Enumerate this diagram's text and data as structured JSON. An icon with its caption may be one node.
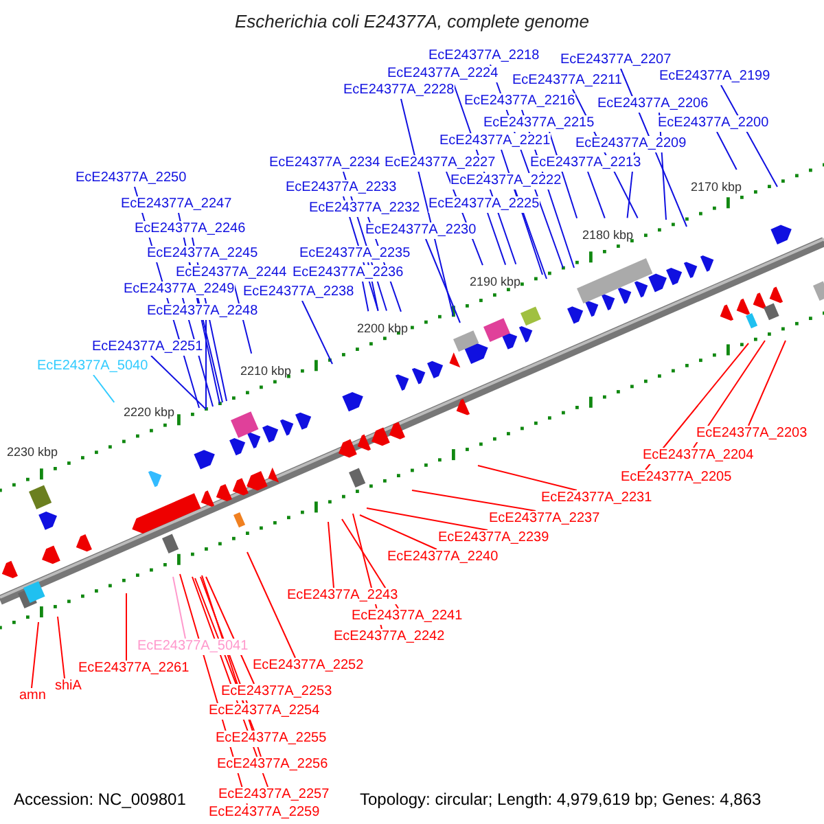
{
  "diagram": {
    "title": "Escherichia coli E24377A, complete genome",
    "nodes": [
      {
        "text": [
          "EcE24377A_2218"
        ]
      },
      {
        "text": [
          "EcE24377A_2207"
        ]
      },
      {
        "text": [
          "EcE24377A_2224"
        ]
      },
      {
        "text": [
          "EcE24377A_2211"
        ]
      },
      {
        "text": [
          "EcE24377A_2199"
        ]
      },
      {
        "text": [
          "EcE24377A_2228"
        ]
      },
      {
        "text": [
          "EcE24377A_2216"
        ]
      },
      {
        "text": [
          "EcE24377A_2206"
        ]
      },
      {
        "text": [
          "EcE24377A_2215"
        ]
      },
      {
        "text": [
          "EcE24377A_2200"
        ]
      },
      {
        "text": [
          "EcE24377A_2221"
        ]
      },
      {
        "text": [
          "EcE24377A_2209"
        ]
      },
      {
        "text": [
          "EcE24377A_2250"
        ]
      },
      {
        "text": [
          "EcE24377A_2234"
        ]
      },
      {
        "text": [
          "EcE24377A_2227"
        ]
      },
      {
        "text": [
          "EcE24377A_2213"
        ]
      },
      {
        "text": [
          "EcE24377A_2222"
        ]
      },
      {
        "text": [
          "EcE24377A_2233"
        ]
      },
      {
        "text": [
          "EcE24377A_2247"
        ]
      },
      {
        "text": [
          "EcE24377A_2225"
        ]
      },
      {
        "text": [
          "EcE24377A_2232"
        ]
      },
      {
        "text": [
          "EcE24377A_2246"
        ]
      },
      {
        "text": [
          "EcE24377A_2230"
        ]
      },
      {
        "text": [
          "EcE24377A_2245"
        ]
      },
      {
        "text": [
          "EcE24377A_2235"
        ]
      },
      {
        "text": [
          "EcE24377A_2244"
        ]
      },
      {
        "text": [
          "EcE24377A_2236"
        ]
      },
      {
        "text": [
          "EcE24377A_2249"
        ]
      },
      {
        "text": [
          "EcE24377A_2238"
        ]
      },
      {
        "text": [
          "EcE24377A_2248"
        ]
      },
      {
        "text": [
          "EcE24377A_2251"
        ]
      },
      {
        "text": [
          "EcE24377A_5040"
        ]
      },
      {
        "text": [
          "EcE24377A_2203"
        ]
      },
      {
        "text": [
          "EcE24377A_2204"
        ]
      },
      {
        "text": [
          "EcE24377A_2205"
        ]
      },
      {
        "text": [
          "EcE24377A_2231"
        ]
      },
      {
        "text": [
          "EcE24377A_2237"
        ]
      },
      {
        "text": [
          "EcE24377A_2239"
        ]
      },
      {
        "text": [
          "EcE24377A_2240"
        ]
      },
      {
        "text": [
          "EcE24377A_2243"
        ]
      },
      {
        "text": [
          "EcE24377A_2241"
        ]
      },
      {
        "text": [
          "EcE24377A_2242"
        ]
      },
      {
        "text": [
          "EcE24377A_5041"
        ]
      },
      {
        "text": [
          "EcE24377A_2252"
        ]
      },
      {
        "text": [
          "EcE24377A_2261"
        ]
      },
      {
        "text": [
          "shiA"
        ]
      },
      {
        "text": [
          "amn"
        ]
      },
      {
        "text": [
          "EcE24377A_2253"
        ]
      },
      {
        "text": [
          "EcE24377A_2254"
        ]
      },
      {
        "text": [
          "EcE24377A_2255"
        ]
      },
      {
        "text": [
          "EcE24377A_2256"
        ]
      },
      {
        "text": [
          "EcE24377A_2257"
        ]
      },
      {
        "text": [
          "EcE24377A_2259"
        ]
      }
    ],
    "edges": [
      {
        "from": 0,
        "to": null,
        "arrow": "none"
      },
      {
        "from": 1,
        "to": null,
        "arrow": "none"
      },
      {
        "from": 2,
        "to": null,
        "arrow": "none"
      },
      {
        "from": 3,
        "to": null,
        "arrow": "none"
      },
      {
        "from": 4,
        "to": null,
        "arrow": "none"
      },
      {
        "from": 5,
        "to": null,
        "arrow": "none"
      },
      {
        "from": 6,
        "to": null,
        "arrow": "none"
      },
      {
        "from": 7,
        "to": null,
        "arrow": "none"
      },
      {
        "from": 8,
        "to": null,
        "arrow": "none"
      },
      {
        "from": 9,
        "to": null,
        "arrow": "none"
      },
      {
        "from": 10,
        "to": null,
        "arrow": "none"
      },
      {
        "from": 11,
        "to": null,
        "arrow": "none"
      },
      {
        "from": 12,
        "to": null,
        "arrow": "none"
      },
      {
        "from": 13,
        "to": null,
        "arrow": "none"
      },
      {
        "from": 14,
        "to": null,
        "arrow": "none"
      },
      {
        "from": 15,
        "to": null,
        "arrow": "none"
      },
      {
        "from": 16,
        "to": null,
        "arrow": "none"
      },
      {
        "from": 17,
        "to": null,
        "arrow": "none"
      },
      {
        "from": 18,
        "to": null,
        "arrow": "none"
      },
      {
        "from": 19,
        "to": null,
        "arrow": "none"
      },
      {
        "from": 20,
        "to": null,
        "arrow": "none"
      },
      {
        "from": 21,
        "to": null,
        "arrow": "none"
      },
      {
        "from": 22,
        "to": null,
        "arrow": "none"
      },
      {
        "from": 23,
        "to": null,
        "arrow": "none"
      },
      {
        "from": 24,
        "to": null,
        "arrow": "none"
      },
      {
        "from": 25,
        "to": null,
        "arrow": "none"
      },
      {
        "from": 26,
        "to": null,
        "arrow": "none"
      },
      {
        "from": 27,
        "to": null,
        "arrow": "none"
      },
      {
        "from": 28,
        "to": null,
        "arrow": "none"
      },
      {
        "from": 29,
        "to": null,
        "arrow": "none"
      },
      {
        "from": 30,
        "to": null,
        "arrow": "none"
      },
      {
        "from": 31,
        "to": null,
        "arrow": "none",
        "color": "#33ccff"
      },
      {
        "from": 32,
        "to": null,
        "arrow": "none",
        "color": "#ff0000"
      },
      {
        "from": 33,
        "to": null,
        "arrow": "none",
        "color": "#ff0000"
      },
      {
        "from": 34,
        "to": null,
        "arrow": "none",
        "color": "#ff0000"
      },
      {
        "from": 35,
        "to": null,
        "arrow": "none",
        "color": "#ff0000"
      },
      {
        "from": 36,
        "to": null,
        "arrow": "none",
        "color": "#ff0000"
      },
      {
        "from": 37,
        "to": null,
        "arrow": "none",
        "color": "#ff0000"
      },
      {
        "from": 38,
        "to": null,
        "arrow": "none",
        "color": "#ff0000"
      },
      {
        "from": 39,
        "to": null,
        "arrow": "none",
        "color": "#ff0000"
      },
      {
        "from": 40,
        "to": null,
        "arrow": "none",
        "color": "#ff0000"
      },
      {
        "from": 41,
        "to": null,
        "arrow": "none",
        "color": "#ff0000"
      },
      {
        "from": 42,
        "to": null,
        "arrow": "none",
        "color": "#ff99cc"
      },
      {
        "from": 43,
        "to": null,
        "arrow": "none",
        "color": "#ff0000"
      },
      {
        "from": 44,
        "to": null,
        "arrow": "none",
        "color": "#ff0000"
      },
      {
        "from": 45,
        "to": null,
        "arrow": "none",
        "color": "#ff0000"
      },
      {
        "from": 46,
        "to": null,
        "arrow": "none",
        "color": "#ff0000"
      },
      {
        "from": 47,
        "to": null,
        "arrow": "none",
        "color": "#ff0000"
      },
      {
        "from": 48,
        "to": null,
        "arrow": "none",
        "color": "#ff0000"
      },
      {
        "from": 49,
        "to": null,
        "arrow": "none",
        "color": "#ff0000"
      },
      {
        "from": 50,
        "to": null,
        "arrow": "none",
        "color": "#ff0000"
      },
      {
        "from": 51,
        "to": null,
        "arrow": "none",
        "color": "#ff0000"
      },
      {
        "from": 52,
        "to": null,
        "arrow": "none",
        "color": "#ff0000"
      }
    ],
    "labels": [
      "2170 kbp",
      "2180 kbp",
      "2190 kbp",
      "2200 kbp",
      "2210 kbp",
      "2220 kbp",
      "2230 kbp",
      "Accession: NC_009801",
      "Topology: circular; Length: 4,979,619 bp; Genes: 4,863"
    ]
  }
}
